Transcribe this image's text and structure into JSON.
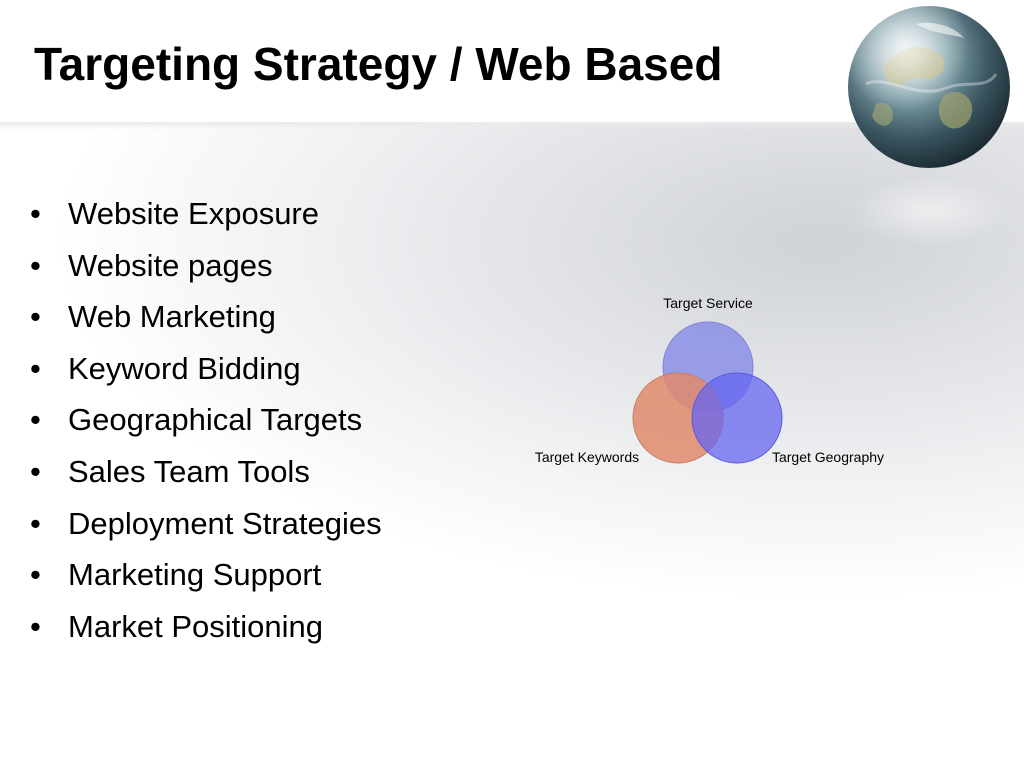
{
  "slide": {
    "title": "Targeting Strategy / Web Based",
    "bullet_glyph": "•",
    "bullets": [
      "Website Exposure",
      "Website pages",
      "Web Marketing",
      "Keyword Bidding",
      "Geographical Targets",
      "Sales Team Tools",
      "Deployment Strategies",
      "Marketing Support",
      "Market Positioning"
    ]
  },
  "diagram": {
    "type": "venn",
    "sets": [
      {
        "label": "Target Service",
        "color": "#8b8fe6"
      },
      {
        "label": "Target Keywords",
        "color": "#e08a6c"
      },
      {
        "label": "Target Geography",
        "color": "#6666f0"
      }
    ]
  },
  "decor": {
    "globe_icon": "globe-icon"
  }
}
